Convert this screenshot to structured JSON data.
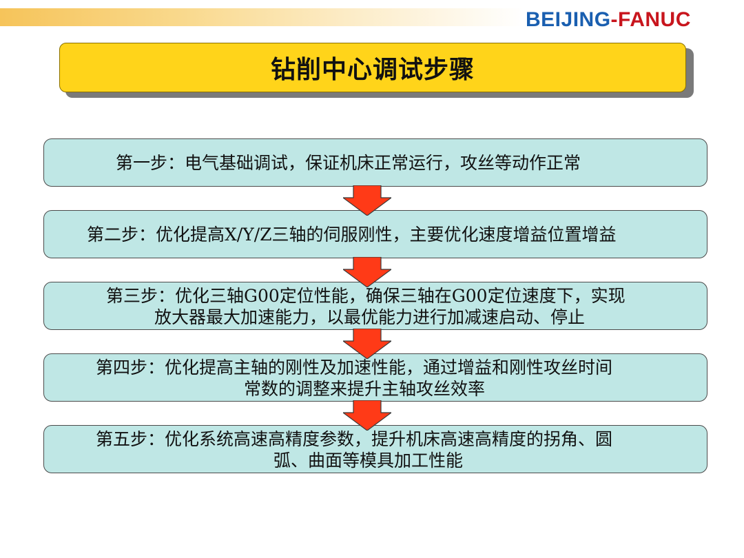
{
  "header": {
    "logo_part1": "BEIJING",
    "logo_dash": "-",
    "logo_part2": "FANUC"
  },
  "title": "钻削中心调试步骤",
  "steps": [
    {
      "line1": "第一步：电气基础调试，保证机床正常运行，攻丝等动作正常",
      "line2": ""
    },
    {
      "line1": "第二步：优化提高X/Y/Z三轴的伺服刚性，主要优化速度增益位置增益",
      "line2": ""
    },
    {
      "line1": "第三步：优化三轴G00定位性能，确保三轴在G00定位速度下，实现",
      "line2": "放大器最大加速能力，以最优能力进行加减速启动、停止"
    },
    {
      "line1": "第四步：优化提高主轴的刚性及加速性能，通过增益和刚性攻丝时间",
      "line2": "常数的调整来提升主轴攻丝效率"
    },
    {
      "line1": "第五步：优化系统高速高精度参数，提升机床高速高精度的拐角、圆",
      "line2": "弧、曲面等模具加工性能"
    }
  ],
  "colors": {
    "title_fill": "#ffd41a",
    "step_fill": "#bfe7e5",
    "arrow_fill": "#ff3a17"
  },
  "icons": {
    "arrow": "down-arrow-icon"
  }
}
